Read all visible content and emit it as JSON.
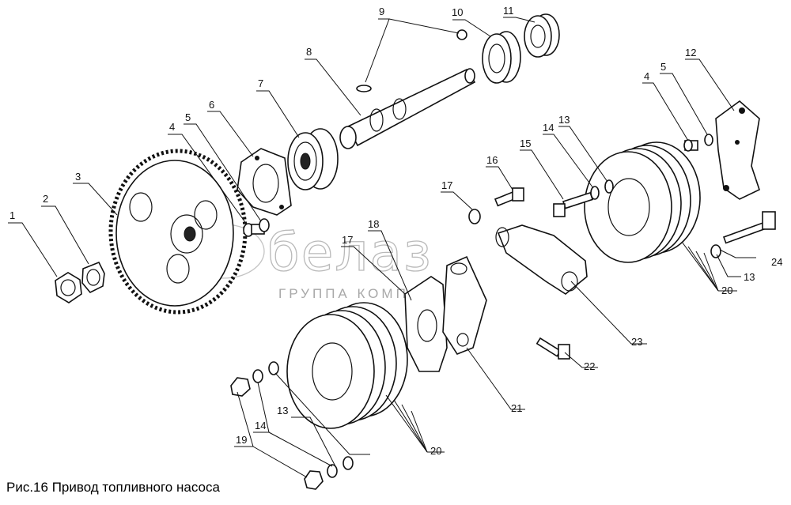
{
  "caption": "Рис.16 Привод топливного насоса",
  "watermark": {
    "brand": "белаз",
    "subtitle": "ГРУППА КОМПАНИЙ"
  },
  "callouts": {
    "c1": "1",
    "c2": "2",
    "c3": "3",
    "c4a": "4",
    "c5a": "5",
    "c6": "6",
    "c7": "7",
    "c8": "8",
    "c9": "9",
    "c10": "10",
    "c11": "11",
    "c12": "12",
    "c4b": "4",
    "c5b": "5",
    "c13a": "13",
    "c14a": "14",
    "c15": "15",
    "c16": "16",
    "c17a": "17",
    "c18": "18",
    "c17b": "17",
    "c24": "24",
    "c13b": "13",
    "c20a": "20",
    "c23": "23",
    "c22": "22",
    "c21": "21",
    "c20b": "20",
    "c13c": "13",
    "c14b": "14",
    "c19": "19"
  }
}
